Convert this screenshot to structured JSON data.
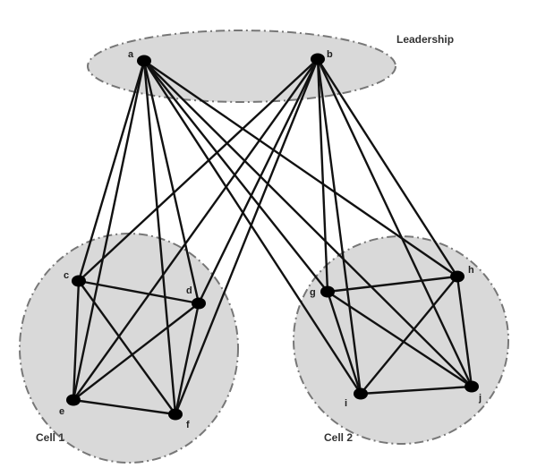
{
  "groups": [
    {
      "id": "leadership",
      "label": "Leadership"
    },
    {
      "id": "cell1",
      "label": "Cell 1"
    },
    {
      "id": "cell2",
      "label": "Cell 2"
    }
  ],
  "nodes": [
    {
      "id": "a",
      "label": "a",
      "group": "leadership"
    },
    {
      "id": "b",
      "label": "b",
      "group": "leadership"
    },
    {
      "id": "c",
      "label": "c",
      "group": "cell1"
    },
    {
      "id": "d",
      "label": "d",
      "group": "cell1"
    },
    {
      "id": "e",
      "label": "e",
      "group": "cell1"
    },
    {
      "id": "f",
      "label": "f",
      "group": "cell1"
    },
    {
      "id": "g",
      "label": "g",
      "group": "cell2"
    },
    {
      "id": "h",
      "label": "h",
      "group": "cell2"
    },
    {
      "id": "i",
      "label": "i",
      "group": "cell2"
    },
    {
      "id": "j",
      "label": "j",
      "group": "cell2"
    }
  ],
  "edges": [
    [
      "a",
      "c"
    ],
    [
      "a",
      "d"
    ],
    [
      "a",
      "e"
    ],
    [
      "a",
      "f"
    ],
    [
      "a",
      "g"
    ],
    [
      "a",
      "h"
    ],
    [
      "a",
      "i"
    ],
    [
      "a",
      "j"
    ],
    [
      "b",
      "c"
    ],
    [
      "b",
      "d"
    ],
    [
      "b",
      "e"
    ],
    [
      "b",
      "f"
    ],
    [
      "b",
      "g"
    ],
    [
      "b",
      "h"
    ],
    [
      "b",
      "i"
    ],
    [
      "b",
      "j"
    ],
    [
      "c",
      "d"
    ],
    [
      "c",
      "e"
    ],
    [
      "c",
      "f"
    ],
    [
      "d",
      "e"
    ],
    [
      "d",
      "f"
    ],
    [
      "e",
      "f"
    ],
    [
      "g",
      "h"
    ],
    [
      "g",
      "i"
    ],
    [
      "g",
      "j"
    ],
    [
      "h",
      "i"
    ],
    [
      "h",
      "j"
    ],
    [
      "i",
      "j"
    ]
  ]
}
